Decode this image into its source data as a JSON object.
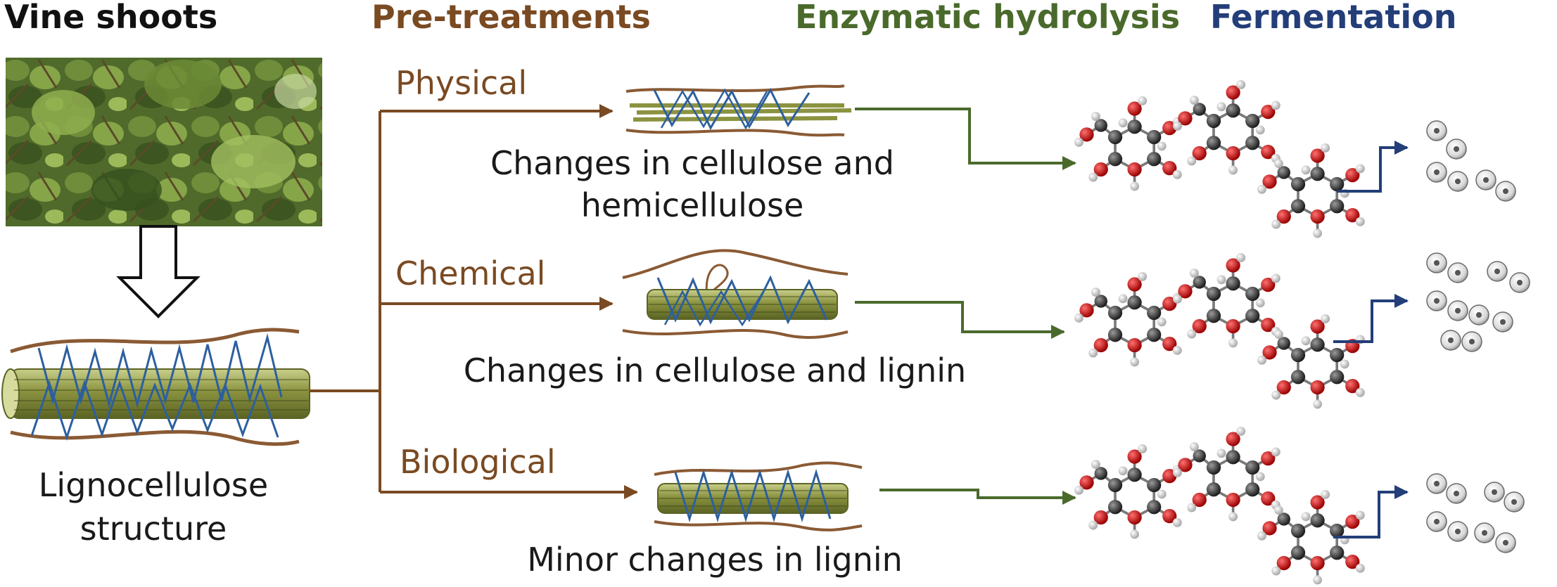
{
  "headers": {
    "vine_shoots": "Vine shoots",
    "pretreatments": "Pre-treatments",
    "enzymatic": "Enzymatic hydrolysis",
    "fermentation": "Fermentation"
  },
  "lignocellulose": {
    "line1": "Lignocellulose",
    "line2": "structure"
  },
  "pretreatments": [
    {
      "id": "physical",
      "label": "Physical",
      "caption_lines": [
        "Changes in cellulose and",
        "hemicellulose"
      ]
    },
    {
      "id": "chemical",
      "label": "Chemical",
      "caption_lines": [
        "Changes in cellulose and lignin"
      ]
    },
    {
      "id": "biological",
      "label": "Biological",
      "caption_lines": [
        "Minor changes in lignin"
      ]
    }
  ],
  "colors": {
    "vine_shoots": "#111111",
    "pretreatments": "#7a4a22",
    "enzymatic": "#4a6a2c",
    "fermentation": "#233e78",
    "lignin": "#8a5a34",
    "hemicellulose": "#2c5f9e",
    "cellulose": "#8a9a3c",
    "carbon": "#333333",
    "oxygen": "#cc1111",
    "hydrogen": "#e8e8e8"
  },
  "icons": {
    "photo": "vine-leaves-photo",
    "down_arrow": "hollow-down-arrow-icon",
    "sugar": "glucose-molecule-icon",
    "ethanol": "ethanol-molecules-icon"
  }
}
